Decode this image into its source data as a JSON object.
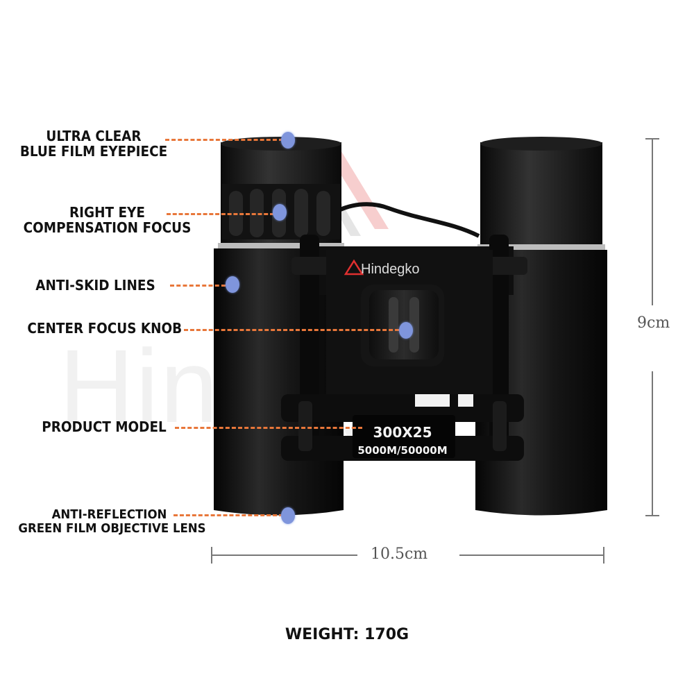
{
  "watermark": "Hindegko",
  "brand": "Hindegko",
  "model": {
    "line1": "300X25",
    "line2": "5000M/50000M"
  },
  "labels": {
    "eyepiece_1": "ULTRA CLEAR",
    "eyepiece_2": "BLUE FILM EYEPIECE",
    "compensation_1": "RIGHT EYE",
    "compensation_2": "COMPENSATION FOCUS",
    "antiskid": "ANTI-SKID LINES",
    "focus_knob": "CENTER FOCUS KNOB",
    "model": "PRODUCT MODEL",
    "objective_1": "ANTI-REFLECTION",
    "objective_2": "GREEN FILM OBJECTIVE LENS"
  },
  "dimensions": {
    "height": "9cm",
    "width": "10.5cm"
  },
  "weight": "WEIGHT: 170G",
  "colors": {
    "leader": "#e8773a",
    "dot": "#7f95dc",
    "body": "#141414"
  }
}
